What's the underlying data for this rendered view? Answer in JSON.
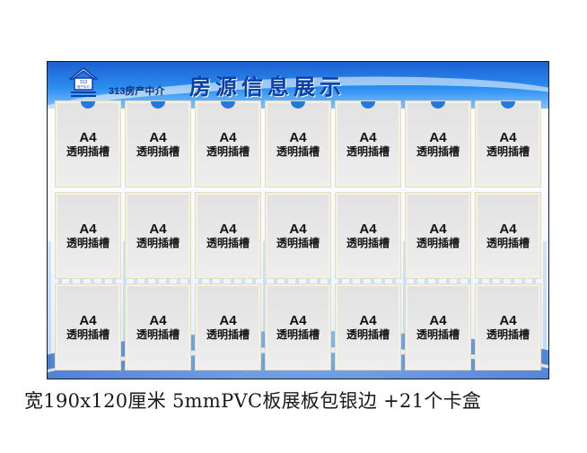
{
  "board": {
    "company_name": "313房产中介",
    "logo_text_top": "313",
    "logo_text_bottom": "房产中介",
    "title": "房源信息展示",
    "colors": {
      "primary_blue": "#1d5fd0",
      "title_blue": "#0a3fa8",
      "slot_gray": "#e6e6e6"
    },
    "slots": [
      {
        "line1": "A4",
        "line2": "透明插槽"
      },
      {
        "line1": "A4",
        "line2": "透明插槽"
      },
      {
        "line1": "A4",
        "line2": "透明插槽"
      },
      {
        "line1": "A4",
        "line2": "透明插槽"
      },
      {
        "line1": "A4",
        "line2": "透明插槽"
      },
      {
        "line1": "A4",
        "line2": "透明插槽"
      },
      {
        "line1": "A4",
        "line2": "透明插槽"
      },
      {
        "line1": "A4",
        "line2": "透明插槽"
      },
      {
        "line1": "A4",
        "line2": "透明插槽"
      },
      {
        "line1": "A4",
        "line2": "透明插槽"
      },
      {
        "line1": "A4",
        "line2": "透明插槽"
      },
      {
        "line1": "A4",
        "line2": "透明插槽"
      },
      {
        "line1": "A4",
        "line2": "透明插槽"
      },
      {
        "line1": "A4",
        "line2": "透明插槽"
      },
      {
        "line1": "A4",
        "line2": "透明插槽"
      },
      {
        "line1": "A4",
        "line2": "透明插槽"
      },
      {
        "line1": "A4",
        "line2": "透明插槽"
      },
      {
        "line1": "A4",
        "line2": "透明插槽"
      },
      {
        "line1": "A4",
        "line2": "透明插槽"
      },
      {
        "line1": "A4",
        "line2": "透明插槽"
      },
      {
        "line1": "A4",
        "line2": "透明插槽"
      }
    ]
  },
  "caption": "宽190x120厘米  5mmPVC板展板包银边 +21个卡盒"
}
